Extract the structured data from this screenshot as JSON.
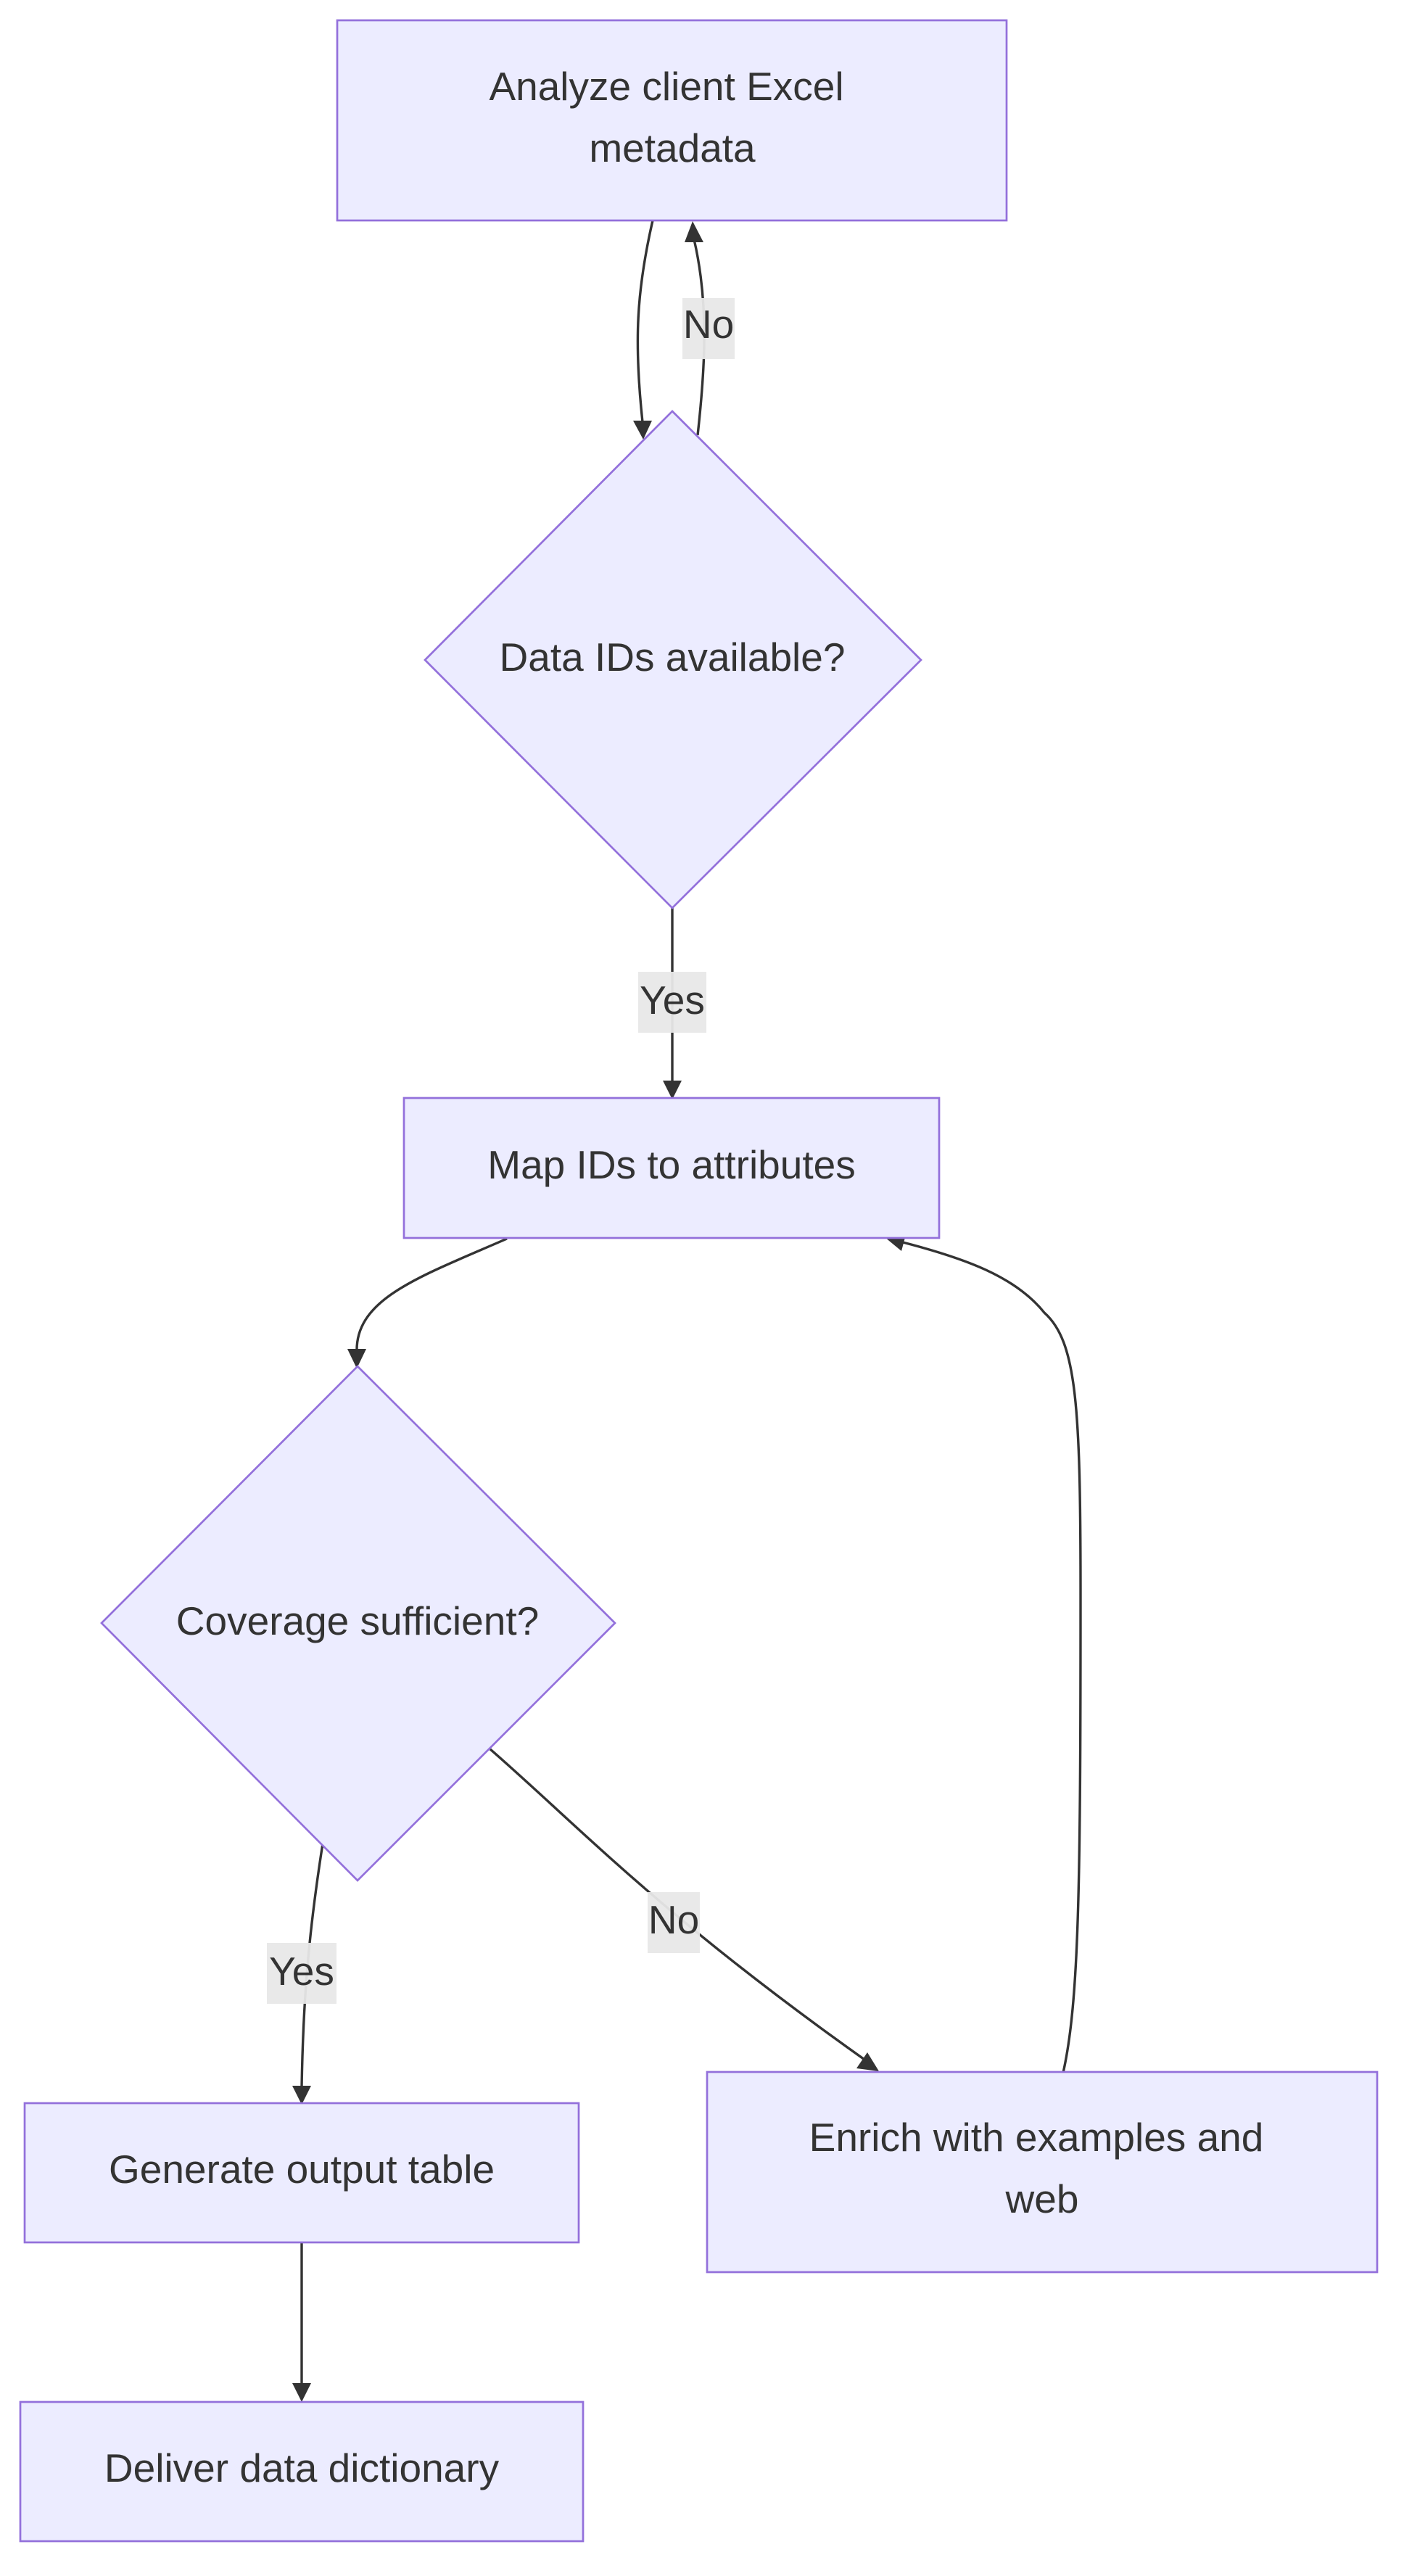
{
  "diagram": {
    "type": "flowchart",
    "colors": {
      "node_fill": "#ECECFF",
      "node_stroke": "#9370DB",
      "edge": "#333333",
      "text": "#333333",
      "edge_label_bg": "#e8e8e8"
    },
    "nodes": {
      "analyze": {
        "line1": "Analyze client Excel",
        "line2": "metadata"
      },
      "ids_available": {
        "label": "Data IDs available?"
      },
      "map_ids": {
        "label": "Map IDs to attributes"
      },
      "coverage": {
        "label": "Coverage sufficient?"
      },
      "generate": {
        "label": "Generate output table"
      },
      "enrich": {
        "line1": "Enrich with examples and",
        "line2": "web"
      },
      "deliver": {
        "label": "Deliver data dictionary"
      }
    },
    "edges": {
      "analyze_to_ids": {
        "label": ""
      },
      "ids_no": {
        "label": "No"
      },
      "ids_yes": {
        "label": "Yes"
      },
      "map_to_coverage": {
        "label": ""
      },
      "coverage_yes": {
        "label": "Yes"
      },
      "coverage_no": {
        "label": "No"
      },
      "enrich_to_map": {
        "label": ""
      },
      "generate_to_deliver": {
        "label": ""
      }
    }
  }
}
